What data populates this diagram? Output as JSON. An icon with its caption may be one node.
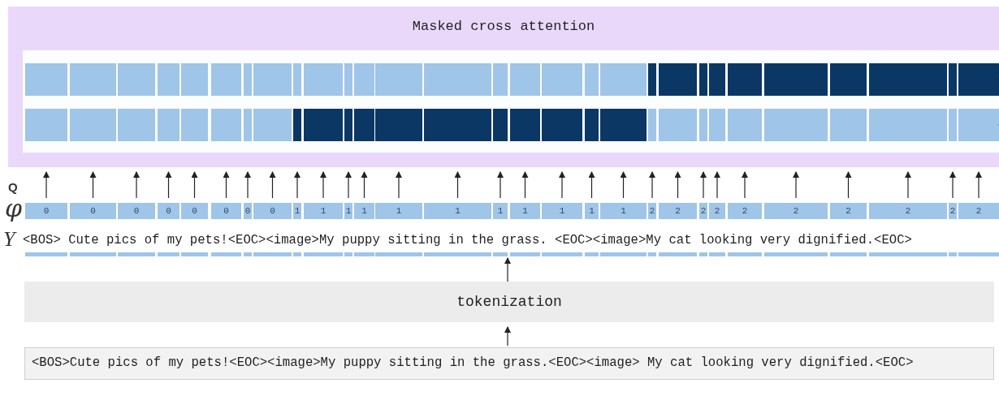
{
  "diagram": {
    "nodes": [
      {
        "text": [
          "Masked cross attention"
        ]
      },
      {
        "text": [],
        "shape": "bar",
        "in": 0
      },
      {
        "text": [],
        "shape": "bar",
        "in": 0
      },
      {
        "text": [
          "0"
        ]
      },
      {
        "text": [
          "0"
        ]
      },
      {
        "text": [
          "0"
        ]
      },
      {
        "text": [
          "0"
        ]
      },
      {
        "text": [
          "0"
        ]
      },
      {
        "text": [
          "0"
        ]
      },
      {
        "text": [
          "0"
        ]
      },
      {
        "text": [
          "0"
        ]
      },
      {
        "text": [
          "1"
        ]
      },
      {
        "text": [
          "1"
        ]
      },
      {
        "text": [
          "1"
        ]
      },
      {
        "text": [
          "1"
        ]
      },
      {
        "text": [
          "1"
        ]
      },
      {
        "text": [
          "1"
        ]
      },
      {
        "text": [
          "1"
        ]
      },
      {
        "text": [
          "1"
        ]
      },
      {
        "text": [
          "1"
        ]
      },
      {
        "text": [
          "1"
        ]
      },
      {
        "text": [
          "1"
        ]
      },
      {
        "text": [
          "2"
        ]
      },
      {
        "text": [
          "2"
        ]
      },
      {
        "text": [
          "2"
        ]
      },
      {
        "text": [
          "2"
        ]
      },
      {
        "text": [
          "2"
        ]
      },
      {
        "text": [
          "2"
        ]
      },
      {
        "text": [
          "2"
        ]
      },
      {
        "text": [
          "2"
        ]
      },
      {
        "text": [
          "2"
        ]
      },
      {
        "text": [
          "2"
        ]
      },
      {
        "text": [
          "<BOS> Cute pics of my pets!<EOC><image>My puppy sitting in the grass. <EOC><image>My cat looking very dignified.<EOC>"
        ]
      },
      {
        "text": [
          "tokenization"
        ]
      },
      {
        "text": [
          "<BOS>Cute pics of my pets!<EOC><image>My puppy sitting in the grass.<EOC><image> My cat looking very dignified.<EOC>"
        ]
      }
    ],
    "edges": [
      {
        "from": 3,
        "to": 0,
        "arrow": "to"
      },
      {
        "from": 4,
        "to": 0,
        "arrow": "to"
      },
      {
        "from": 5,
        "to": 0,
        "arrow": "to"
      },
      {
        "from": 6,
        "to": 0,
        "arrow": "to"
      },
      {
        "from": 7,
        "to": 0,
        "arrow": "to"
      },
      {
        "from": 8,
        "to": 0,
        "arrow": "to"
      },
      {
        "from": 9,
        "to": 0,
        "arrow": "to"
      },
      {
        "from": 10,
        "to": 0,
        "arrow": "to"
      },
      {
        "from": 11,
        "to": 0,
        "arrow": "to"
      },
      {
        "from": 12,
        "to": 0,
        "arrow": "to"
      },
      {
        "from": 13,
        "to": 0,
        "arrow": "to"
      },
      {
        "from": 14,
        "to": 0,
        "arrow": "to"
      },
      {
        "from": 15,
        "to": 0,
        "arrow": "to"
      },
      {
        "from": 16,
        "to": 0,
        "arrow": "to"
      },
      {
        "from": 17,
        "to": 0,
        "arrow": "to"
      },
      {
        "from": 18,
        "to": 0,
        "arrow": "to"
      },
      {
        "from": 19,
        "to": 0,
        "arrow": "to"
      },
      {
        "from": 20,
        "to": 0,
        "arrow": "to"
      },
      {
        "from": 21,
        "to": 0,
        "arrow": "to"
      },
      {
        "from": 22,
        "to": 0,
        "arrow": "to"
      },
      {
        "from": 23,
        "to": 0,
        "arrow": "to"
      },
      {
        "from": 24,
        "to": 0,
        "arrow": "to"
      },
      {
        "from": 25,
        "to": 0,
        "arrow": "to"
      },
      {
        "from": 26,
        "to": 0,
        "arrow": "to"
      },
      {
        "from": 27,
        "to": 0,
        "arrow": "to"
      },
      {
        "from": 28,
        "to": 0,
        "arrow": "to"
      },
      {
        "from": 29,
        "to": 0,
        "arrow": "to"
      },
      {
        "from": 30,
        "to": 0,
        "arrow": "to"
      },
      {
        "from": 31,
        "to": 0,
        "arrow": "to"
      },
      {
        "from": null,
        "to": 1,
        "arrow": "to"
      },
      {
        "from": null,
        "to": 2,
        "arrow": "to"
      },
      {
        "from": 33,
        "to": 32,
        "arrow": "to"
      },
      {
        "from": 34,
        "to": 33,
        "arrow": "to"
      }
    ],
    "labels": [
      "Q",
      "φ",
      "Y"
    ]
  }
}
